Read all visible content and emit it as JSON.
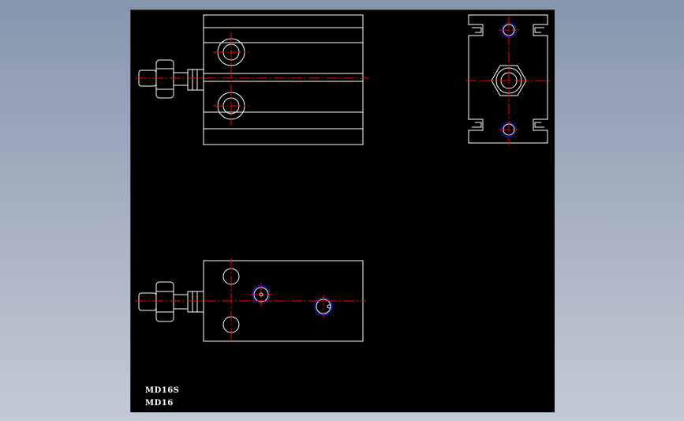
{
  "drawing": {
    "labels": [
      "MD16S",
      "MD16"
    ],
    "colors": {
      "background": "#000000",
      "outline": "#ffffff",
      "centerline": "#ff0000",
      "hole_ring": "#2020ff"
    },
    "views": [
      "side-view",
      "end-view",
      "top-view"
    ]
  }
}
